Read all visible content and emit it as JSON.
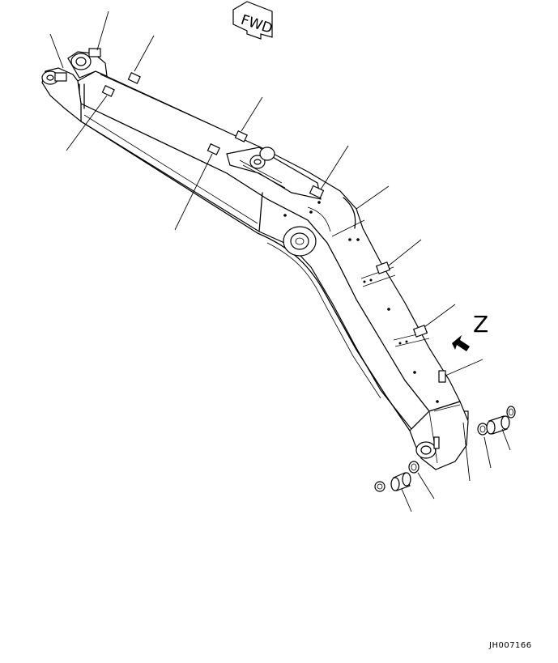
{
  "forward_marker": {
    "label": "FWD"
  },
  "view_marker": {
    "label": "Z"
  },
  "drawing_code": "JH007166"
}
